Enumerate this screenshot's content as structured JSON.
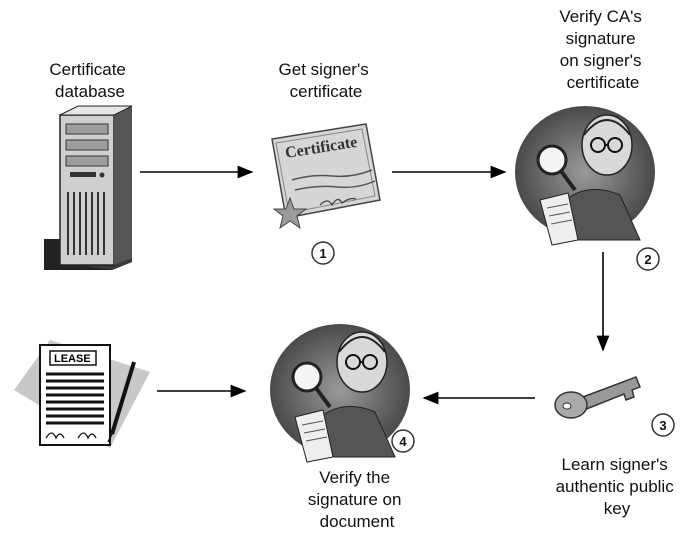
{
  "labels": {
    "database": [
      "Certificate",
      "database"
    ],
    "get_cert": [
      "Get signer's",
      "certificate"
    ],
    "verify_ca": [
      "Verify CA's",
      "signature",
      "on signer's",
      "certificate"
    ],
    "learn_key": [
      "Learn signer's",
      "authentic public",
      "key"
    ],
    "verify_doc": [
      "Verify the",
      "signature on",
      "document"
    ]
  },
  "steps": [
    "1",
    "2",
    "3",
    "4"
  ],
  "certificate_text": "Certificate",
  "lease_text": "LEASE",
  "colors": {
    "ink": "#111111",
    "arrow": "#000000",
    "icon_gray": "#7a7a7a"
  },
  "icons": [
    "server-icon",
    "certificate-icon",
    "inspector-icon",
    "key-icon",
    "lease-document-icon"
  ]
}
